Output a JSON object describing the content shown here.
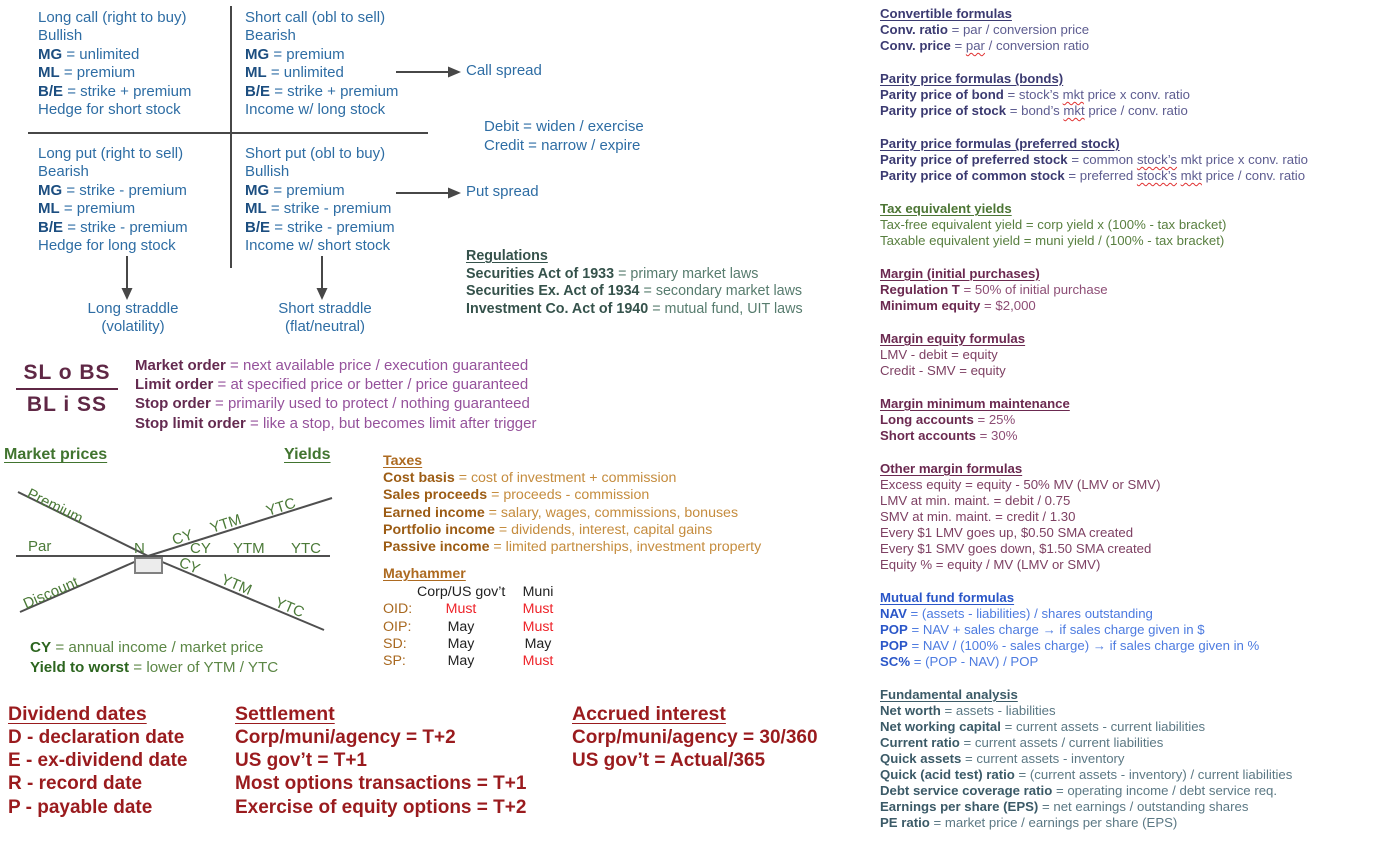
{
  "palette": {
    "blue_dark": "#1c4e80",
    "blue": "#2e6da4",
    "divider_gray": "#474747",
    "teal_dark": "#35524b",
    "teal": "#577c6e",
    "maroon": "#5f2745",
    "order_key": "#642a50",
    "order_value": "#95519b",
    "green_header": "#41742f",
    "green": "#4b7a38",
    "green_note_key": "#2c651f",
    "green_note": "#5c8746",
    "tax_header": "#ad6a20",
    "tax_key": "#9c5c14",
    "tax_value": "#c58c3e",
    "must_red": "#ee2329",
    "table_black": "#222222",
    "dark_red": "#9a1b1e",
    "indigo_key": "#3b3a71",
    "indigo_value": "#5d5c90",
    "right_green": "#587f3f",
    "margin_key": "#6b2950",
    "margin_value": "#8d4d75",
    "mutual_key": "#2a56c8",
    "mutual_value": "#4d7be0",
    "slate_key": "#3b5a67",
    "slate_value": "#5b7884",
    "squiggle_red": "#e03131"
  },
  "options_matrix": {
    "quadrants": [
      {
        "name": "long-call",
        "lines": [
          {
            "v": "Long call (right to buy)"
          },
          {
            "v": "Bullish"
          },
          {
            "k": "MG",
            "v": "= unlimited"
          },
          {
            "k": "ML",
            "v": "= premium"
          },
          {
            "k": "B/E",
            "v": "= strike + premium"
          },
          {
            "v": "Hedge for short stock"
          }
        ]
      },
      {
        "name": "short-call",
        "lines": [
          {
            "v": "Short call (obl to sell)"
          },
          {
            "v": "Bearish"
          },
          {
            "k": "MG",
            "v": "= premium"
          },
          {
            "k": "ML",
            "v": "= unlimited"
          },
          {
            "k": "B/E",
            "v": "= strike + premium"
          },
          {
            "v": "Income w/ long stock"
          }
        ]
      },
      {
        "name": "long-put",
        "lines": [
          {
            "v": "Long put (right to sell)"
          },
          {
            "v": "Bearish"
          },
          {
            "k": "MG",
            "v": "= strike - premium"
          },
          {
            "k": "ML",
            "v": "= premium"
          },
          {
            "k": "B/E",
            "v": "= strike - premium"
          },
          {
            "v": "Hedge for long stock"
          }
        ]
      },
      {
        "name": "short-put",
        "lines": [
          {
            "v": "Short put (obl to buy)"
          },
          {
            "v": "Bullish"
          },
          {
            "k": "MG",
            "v": "= premium"
          },
          {
            "k": "ML",
            "v": "= strike - premium"
          },
          {
            "k": "B/E",
            "v": "= strike - premium"
          },
          {
            "v": "Income w/ short stock"
          }
        ]
      }
    ],
    "call_spread_label": "Call spread",
    "put_spread_label": "Put spread",
    "debit_line": "Debit = widen / exercise",
    "credit_line": "Credit = narrow / expire",
    "long_straddle": [
      "Long straddle",
      "(volatility)"
    ],
    "short_straddle": [
      "Short straddle",
      "(flat/neutral)"
    ]
  },
  "regulations": {
    "title": "Regulations",
    "lines": [
      {
        "k": "Securities Act of 1933",
        "v": "= primary market laws"
      },
      {
        "k": "Securities Ex. Act of 1934",
        "v": "= secondary market laws"
      },
      {
        "k": "Investment Co. Act of 1940",
        "v": "= mutual fund, UIT laws"
      }
    ]
  },
  "mnemonic": {
    "top": "SL o BS",
    "bottom": "BL i SS"
  },
  "orders": {
    "lines": [
      {
        "k": "Market order",
        "v": "= next available price / execution guaranteed"
      },
      {
        "k": "Limit order",
        "v": "= at specified price or better / price guaranteed"
      },
      {
        "k": "Stop order",
        "v": "= primarily used to protect / nothing guaranteed"
      },
      {
        "k": "Stop limit order",
        "v": "= like a stop, but becomes limit after trigger"
      }
    ]
  },
  "yield_diagram": {
    "left_header": "Market prices",
    "right_header": "Yields",
    "premium": "Premium",
    "par": "Par",
    "discount": "Discount",
    "center_label": "N",
    "upper": [
      "CY",
      "YTM",
      "YTC"
    ],
    "mid": [
      "CY",
      "YTM",
      "YTC"
    ],
    "lower": [
      "CY",
      "YTM",
      "YTC"
    ],
    "notes": [
      {
        "k": "CY",
        "v": "= annual income / market price"
      },
      {
        "k": "Yield to worst",
        "v": "= lower of YTM / YTC"
      }
    ]
  },
  "taxes": {
    "title": "Taxes",
    "lines": [
      {
        "k": "Cost basis",
        "v": "= cost of investment + commission"
      },
      {
        "k": "Sales proceeds",
        "v": "= proceeds - commission"
      },
      {
        "k": "Earned income",
        "v": "= salary, wages, commissions, bonuses"
      },
      {
        "k": "Portfolio income",
        "v": "= dividends, interest, capital gains"
      },
      {
        "k": "Passive income",
        "v": "= limited partnerships, investment property"
      }
    ]
  },
  "mayhammer": {
    "title": "Mayhammer",
    "col_headers": [
      "Corp/US gov’t",
      "Muni"
    ],
    "rows": [
      {
        "label": "OID:",
        "cells": [
          {
            "t": "Must",
            "c": "red"
          },
          {
            "t": "Must",
            "c": "red"
          }
        ]
      },
      {
        "label": "OIP:",
        "cells": [
          {
            "t": "May",
            "c": "blk"
          },
          {
            "t": "Must",
            "c": "red"
          }
        ]
      },
      {
        "label": "SD:",
        "cells": [
          {
            "t": "May",
            "c": "blk"
          },
          {
            "t": "May",
            "c": "blk"
          }
        ]
      },
      {
        "label": "SP:",
        "cells": [
          {
            "t": "May",
            "c": "blk"
          },
          {
            "t": "Must",
            "c": "red"
          }
        ]
      }
    ]
  },
  "dividend_dates": {
    "title": "Dividend dates",
    "lines": [
      "D - declaration date",
      "E - ex-dividend date",
      "R - record date",
      "P - payable date"
    ]
  },
  "settlement": {
    "title": "Settlement",
    "lines": [
      "Corp/muni/agency = T+2",
      "US gov’t = T+1",
      "Most options transactions = T+1",
      "Exercise of equity options = T+2"
    ]
  },
  "accrued_interest": {
    "title": "Accrued interest",
    "lines": [
      "Corp/muni/agency = 30/360",
      "US gov’t = Actual/365"
    ]
  },
  "right_column": {
    "sections": [
      {
        "title": "Convertible formulas",
        "color": "indigo",
        "lines": [
          {
            "k": "Conv. ratio",
            "v": "= par / conversion price"
          },
          {
            "k": "Conv. price",
            "v": "= par / conversion ratio",
            "sq": [
              "par"
            ]
          }
        ]
      },
      {
        "title": "Parity price formulas (bonds)",
        "color": "indigo",
        "lines": [
          {
            "k": "Parity price of bond",
            "v": "= stock’s mkt price x conv. ratio",
            "sq": [
              "mkt"
            ]
          },
          {
            "k": "Parity price of stock",
            "v": "= bond’s mkt price / conv. ratio",
            "sq": [
              "mkt"
            ]
          }
        ]
      },
      {
        "title": "Parity price formulas (preferred stock)",
        "color": "indigo",
        "lines": [
          {
            "k": "Parity price of preferred stock",
            "v": "= common stock’s mkt price x conv. ratio",
            "sq": [
              "stock’s"
            ]
          },
          {
            "k": "Parity price of common stock",
            "v": "= preferred stock’s mkt price / conv. ratio",
            "sq": [
              "stock’s",
              "mkt"
            ]
          }
        ]
      },
      {
        "title": "Tax equivalent yields",
        "color": "green",
        "lines": [
          {
            "v": "Tax-free equivalent yield = corp yield x (100% - tax bracket)"
          },
          {
            "v": "Taxable equivalent yield = muni yield / (100% - tax bracket)"
          }
        ]
      },
      {
        "title": "Margin (initial purchases)",
        "color": "maroon",
        "lines": [
          {
            "k": "Regulation T",
            "v": "= 50% of initial purchase"
          },
          {
            "k": "Minimum equity",
            "v": "= $2,000"
          }
        ]
      },
      {
        "title": "Margin equity formulas",
        "color": "maroon",
        "lines": [
          {
            "v": "LMV - debit = equity"
          },
          {
            "v": "Credit - SMV = equity"
          }
        ]
      },
      {
        "title": "Margin minimum maintenance",
        "color": "maroon",
        "lines": [
          {
            "k": "Long accounts",
            "v": "= 25%"
          },
          {
            "k": "Short accounts",
            "v": "= 30%"
          }
        ]
      },
      {
        "title": "Other margin formulas",
        "color": "maroon",
        "lines": [
          {
            "v": "Excess equity = equity - 50% MV (LMV or SMV)"
          },
          {
            "v": "LMV at min. maint. = debit / 0.75"
          },
          {
            "v": "SMV at min. maint. = credit / 1.30"
          },
          {
            "v": "Every $1 LMV goes up, $0.50 SMA created"
          },
          {
            "v": "Every $1 SMV goes down, $1.50 SMA created"
          },
          {
            "v": "Equity % = equity / MV (LMV or SMV)"
          }
        ]
      },
      {
        "title": "Mutual fund formulas",
        "color": "blue",
        "lines": [
          {
            "k": "NAV",
            "v": "= (assets - liabilities) / shares outstanding"
          },
          {
            "k": "POP",
            "v": "= NAV + sales charge → if sales charge given in $"
          },
          {
            "k": "POP",
            "v": "= NAV / (100% - sales charge) → if sales charge given in %"
          },
          {
            "k": "SC%",
            "v": "= (POP - NAV) / POP"
          }
        ]
      },
      {
        "title": "Fundamental analysis",
        "color": "slate",
        "lines": [
          {
            "k": "Net worth",
            "v": "= assets - liabilities"
          },
          {
            "k": "Net working capital",
            "v": "= current assets - current liabilities"
          },
          {
            "k": "Current ratio",
            "v": "= current assets / current liabilities"
          },
          {
            "k": "Quick assets",
            "v": "= current assets - inventory"
          },
          {
            "k": "Quick (acid test) ratio",
            "v": "= (current assets - inventory) / current liabilities"
          },
          {
            "k": "Debt service coverage ratio",
            "v": "= operating income / debt service req."
          },
          {
            "k": "Earnings per share (EPS)",
            "v": "= net earnings / outstanding shares"
          },
          {
            "k": "PE ratio",
            "v": "= market price / earnings per share (EPS)"
          }
        ]
      }
    ]
  }
}
